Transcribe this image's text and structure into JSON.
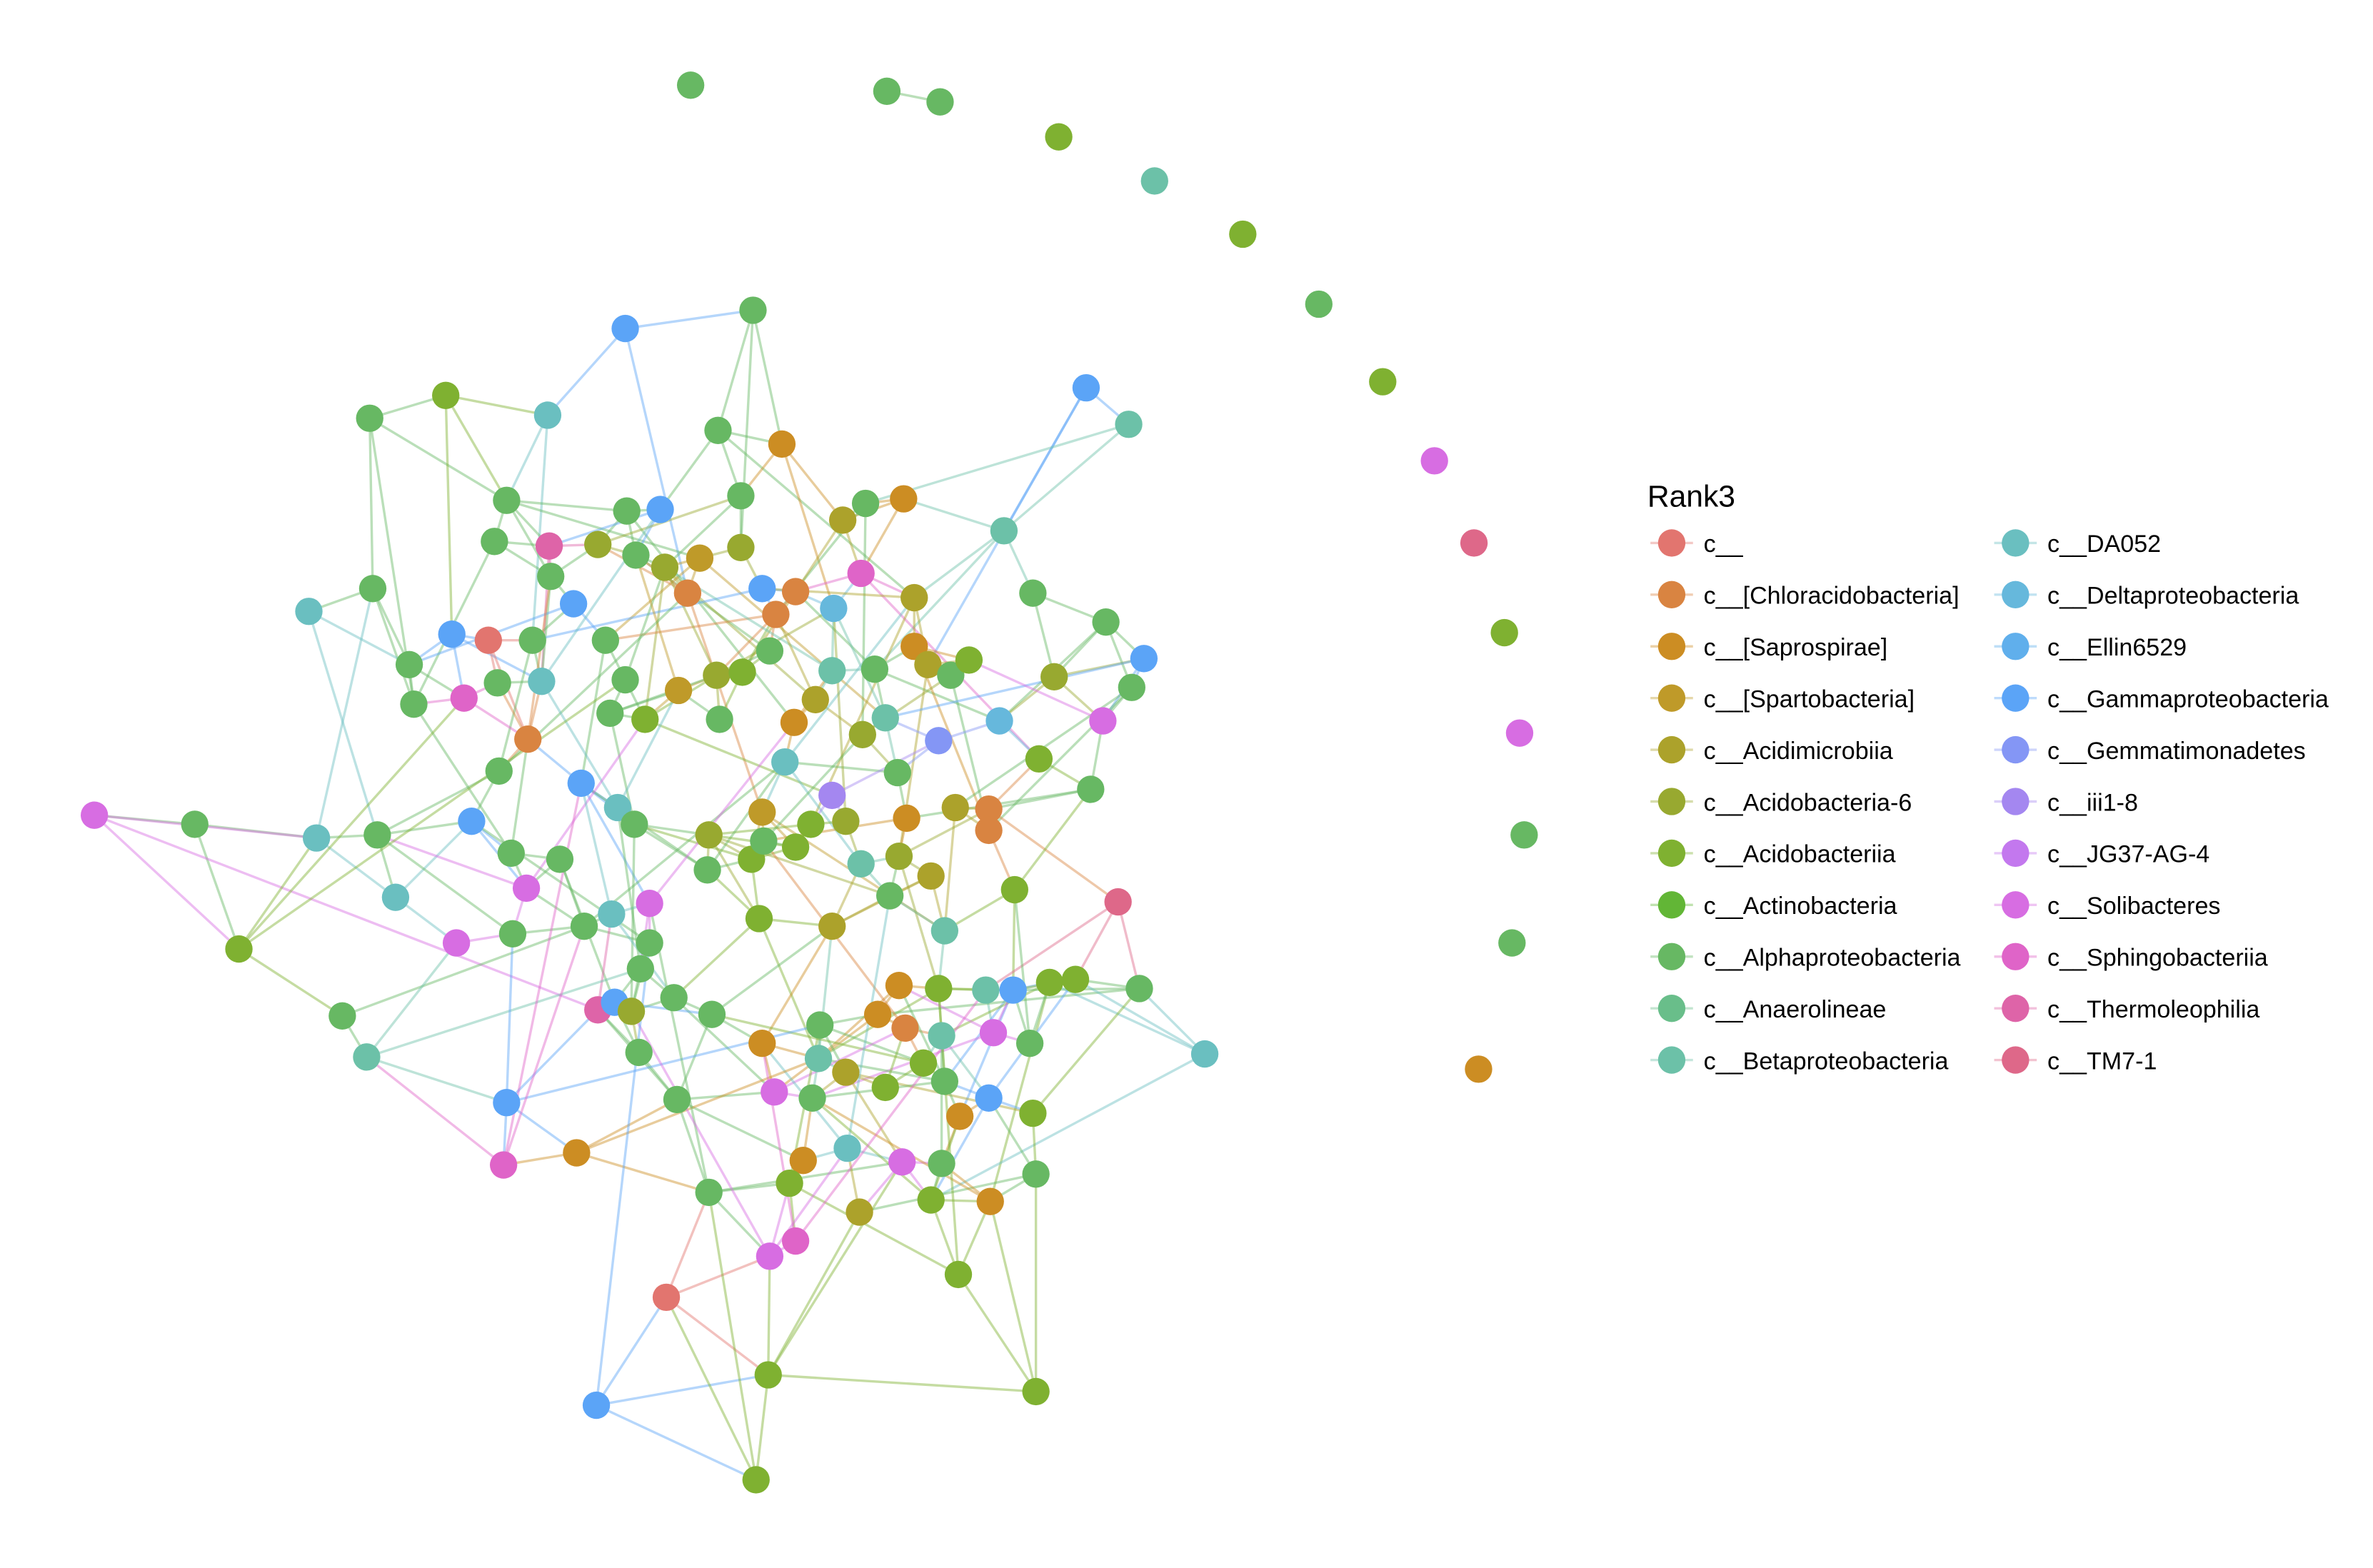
{
  "legend": {
    "title": "Rank3",
    "classes": [
      {
        "name": "c__",
        "color": "#E2756F"
      },
      {
        "name": "c__[Chloracidobacteria]",
        "color": "#D98441"
      },
      {
        "name": "c__[Saprospirae]",
        "color": "#CC8D23"
      },
      {
        "name": "c__[Spartobacteria]",
        "color": "#BF9A29"
      },
      {
        "name": "c__Acidimicrobiia",
        "color": "#ACA22B"
      },
      {
        "name": "c__Acidobacteria-6",
        "color": "#98A930"
      },
      {
        "name": "c__Acidobacteriia",
        "color": "#7FB131"
      },
      {
        "name": "c__Actinobacteria",
        "color": "#62B636"
      },
      {
        "name": "c__Alphaproteobacteria",
        "color": "#67B863"
      },
      {
        "name": "c__Anaerolineae",
        "color": "#69BE8A"
      },
      {
        "name": "c__Betaproteobacteria",
        "color": "#6CC1A8"
      },
      {
        "name": "c__DA052",
        "color": "#6ABFC0"
      },
      {
        "name": "c__Deltaproteobacteria",
        "color": "#66B8DC"
      },
      {
        "name": "c__Ellin6529",
        "color": "#60AFEC"
      },
      {
        "name": "c__Gammaproteobacteria",
        "color": "#5BA4F7"
      },
      {
        "name": "c__Gemmatimonadetes",
        "color": "#8496F5"
      },
      {
        "name": "c__iii1-8",
        "color": "#A487F0"
      },
      {
        "name": "c__JG37-AG-4",
        "color": "#C378EE"
      },
      {
        "name": "c__Solibacteres",
        "color": "#D76DE2"
      },
      {
        "name": "c__Sphingobacteriia",
        "color": "#DF64C8"
      },
      {
        "name": "c__Thermoleophilia",
        "color": "#DE64A8"
      },
      {
        "name": "c__TM7-1",
        "color": "#DE6889"
      }
    ]
  },
  "node_classes": [
    8,
    8,
    8,
    6,
    10,
    6,
    8,
    6,
    18,
    21,
    6,
    18,
    8,
    8,
    2,
    14,
    8,
    8,
    6,
    11,
    8,
    2,
    2,
    14,
    10,
    8,
    8,
    14,
    8,
    8,
    4,
    10,
    8,
    20,
    5,
    8,
    5,
    3,
    5,
    8,
    8,
    11,
    14,
    1,
    14,
    1,
    1,
    12,
    19,
    4,
    8,
    8,
    14,
    0,
    8,
    8,
    8,
    19,
    8,
    11,
    8,
    3,
    5,
    6,
    8,
    10,
    8,
    2,
    4,
    8,
    6,
    5,
    14,
    8,
    8,
    8,
    6,
    8,
    2,
    4,
    5,
    10,
    15,
    12,
    18,
    1,
    11,
    8,
    6,
    8,
    8,
    14,
    11,
    16,
    2,
    4,
    1,
    1,
    14,
    8,
    5,
    3,
    6,
    5,
    8,
    8,
    18,
    11,
    8,
    8,
    8,
    6,
    8,
    6,
    10,
    5,
    4,
    6,
    21,
    11,
    18,
    8,
    11,
    18,
    6,
    4,
    8,
    10,
    6,
    18,
    8,
    8,
    8,
    8,
    8,
    20,
    14,
    5,
    2,
    6,
    10,
    14,
    6,
    6,
    8,
    8,
    10,
    2,
    1,
    10,
    18,
    8,
    8,
    2,
    10,
    4,
    8,
    6,
    8,
    6,
    11,
    8,
    18,
    8,
    2,
    14,
    6,
    14,
    11,
    2,
    18,
    8,
    8,
    2,
    19,
    8,
    6,
    4,
    6,
    2,
    6,
    18,
    19,
    0,
    14,
    6,
    6,
    6
  ]
}
